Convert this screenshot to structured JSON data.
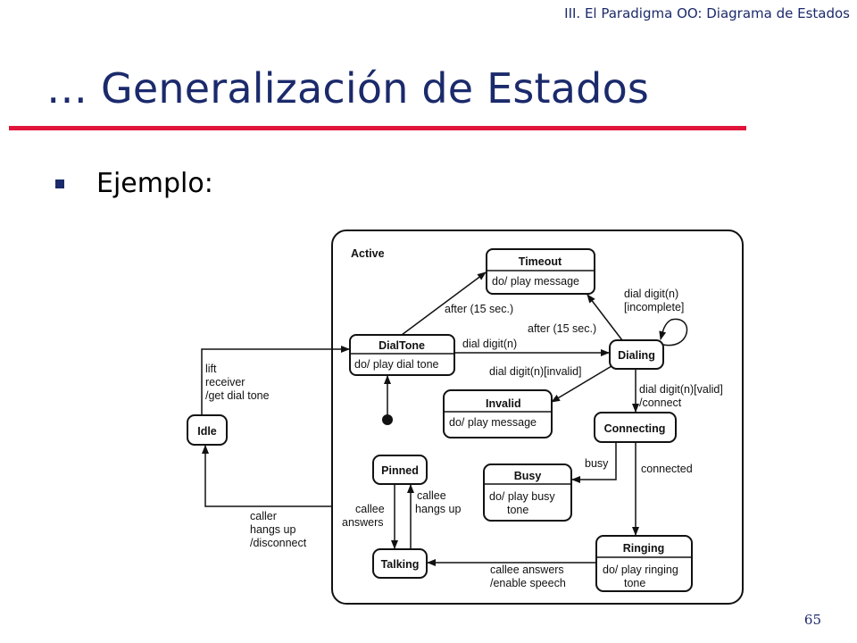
{
  "slide": {
    "header": "III. El Paradigma OO: Diagrama de Estados",
    "title": "… Generalización de Estados",
    "bullet": "Ejemplo:",
    "page_number": "65"
  },
  "diagram": {
    "superstate": "Active",
    "states": {
      "idle": {
        "name": "Idle"
      },
      "dialtone": {
        "name": "DialTone",
        "action": "do/ play dial tone"
      },
      "timeout": {
        "name": "Timeout",
        "action": "do/ play message"
      },
      "dialing": {
        "name": "Dialing"
      },
      "invalid": {
        "name": "Invalid",
        "action": "do/ play message"
      },
      "connecting": {
        "name": "Connecting"
      },
      "pinned": {
        "name": "Pinned"
      },
      "busy": {
        "name": "Busy",
        "action_line1": "do/ play busy",
        "action_line2": "tone"
      },
      "talking": {
        "name": "Talking"
      },
      "ringing": {
        "name": "Ringing",
        "action_line1": "do/ play ringing",
        "action_line2": "tone"
      }
    },
    "transitions": {
      "idle_to_dialtone": [
        "lift",
        "receiver",
        "/get dial tone"
      ],
      "dialtone_to_timeout": "after (15 sec.)",
      "dialing_to_timeout": "after (15 sec.)",
      "dialing_self": [
        "dial digit(n)",
        "[incomplete]"
      ],
      "dialtone_to_dialing": "dial digit(n)",
      "dialing_to_invalid": "dial digit(n)[invalid]",
      "dialing_to_connecting": [
        "dial digit(n)[valid]",
        "/connect"
      ],
      "connecting_to_busy": "busy",
      "connecting_to_ringing": "connected",
      "ringing_to_talking": [
        "callee answers",
        "/enable speech"
      ],
      "pinned_to_talking": [
        "callee",
        "answers"
      ],
      "talking_to_pinned": [
        "callee",
        "hangs up"
      ],
      "active_to_idle": [
        "caller",
        "hangs up",
        "/disconnect"
      ]
    }
  }
}
